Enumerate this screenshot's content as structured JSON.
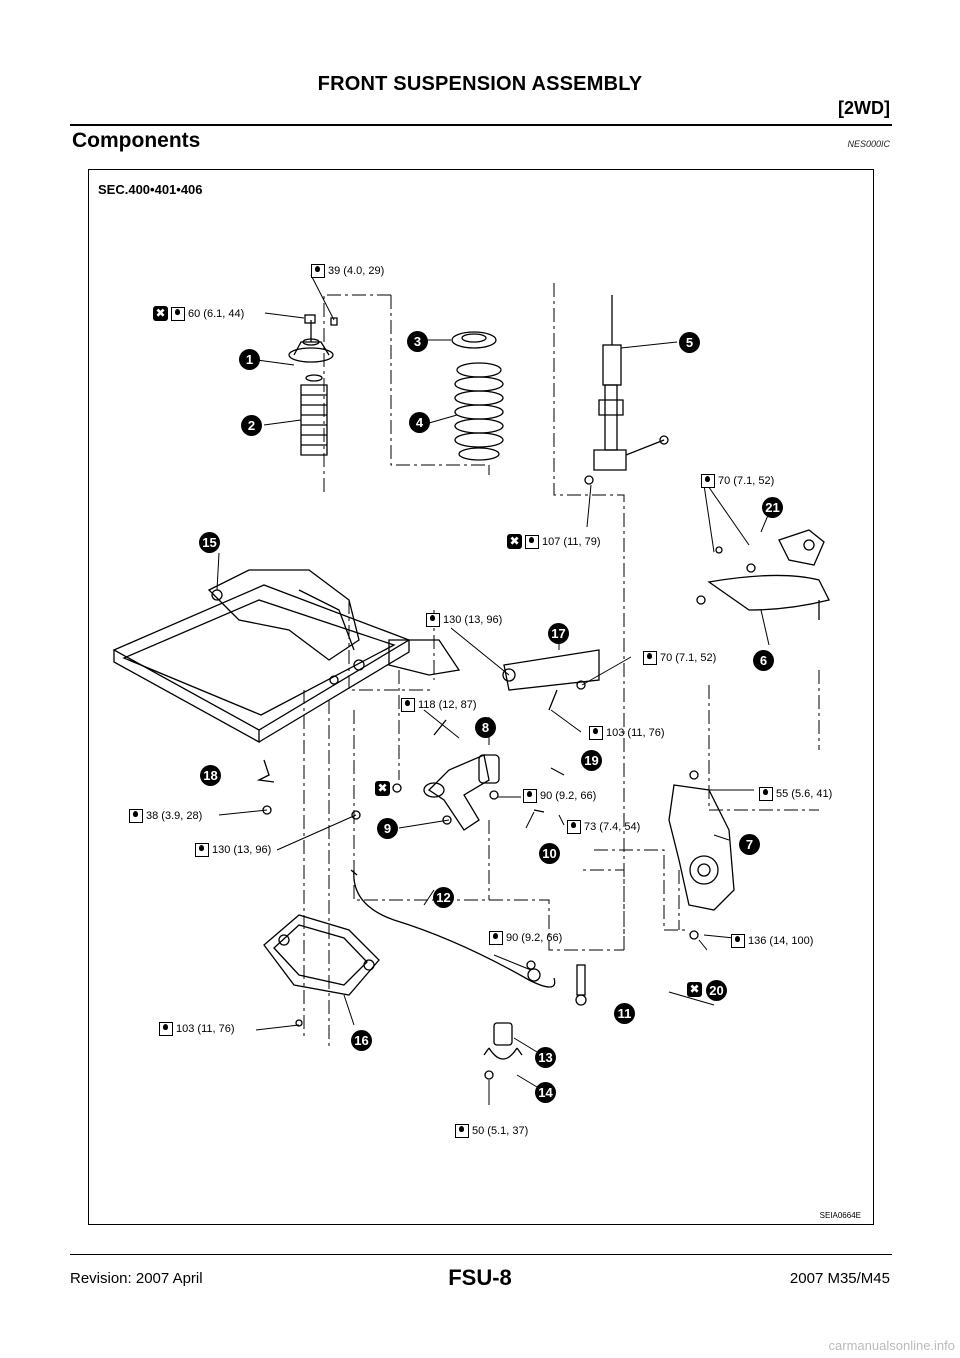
{
  "header": {
    "title": "FRONT SUSPENSION ASSEMBLY",
    "subtitle": "[2WD]"
  },
  "section": {
    "title": "Components",
    "code": "NES000IC"
  },
  "figure": {
    "sec_label": "SEC.400•401•406",
    "figure_code": "SEIA0664E",
    "torques": [
      "39 (4.0, 29)",
      "60 (6.1, 44)",
      "70 (7.1, 52)",
      "107 (11, 79)",
      "130 (13, 96)",
      "70 (7.1, 52)",
      "118 (12, 87)",
      "103 (11, 76)",
      "90 (9.2, 66)",
      "55 (5.6, 41)",
      "38 (3.9, 28)",
      "73 (7.4, 54)",
      "130 (13, 96)",
      "90 (9.2, 66)",
      "136 (14, 100)",
      "103 (11, 76)",
      "50 (5.1, 37)"
    ],
    "callouts": [
      "1",
      "2",
      "3",
      "4",
      "5",
      "6",
      "7",
      "8",
      "9",
      "10",
      "11",
      "12",
      "13",
      "14",
      "15",
      "16",
      "17",
      "18",
      "19",
      "20",
      "21"
    ],
    "nouse_symbol": "✖"
  },
  "footer": {
    "revision": "Revision: 2007 April",
    "page": "FSU-8",
    "model": "2007 M35/M45"
  },
  "watermark": "carmanualsonline.info"
}
